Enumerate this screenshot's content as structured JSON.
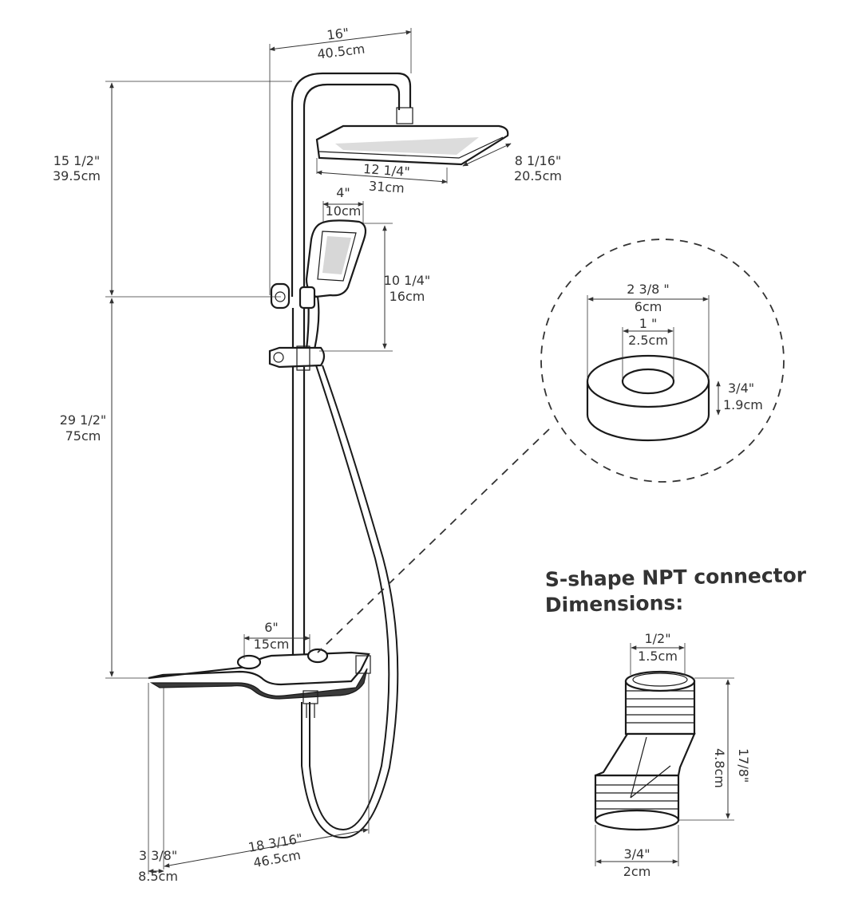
{
  "labels": {
    "overall_width_in": "16\"",
    "overall_width_cm": "40.5cm",
    "top_height_in": "15 1/2\"",
    "top_height_cm": "39.5cm",
    "head_width_in": "12 1/4\"",
    "head_width_cm": "31cm",
    "head_depth_in": "8 1/16\"",
    "head_depth_cm": "20.5cm",
    "hand_width_in": "4\"",
    "hand_width_cm": "10cm",
    "hand_length_in": "10 1/4\"",
    "hand_length_cm": "16cm",
    "lower_height_in": "29 1/2\"",
    "lower_height_cm": "75cm",
    "valve_spacing_in": "6\"",
    "valve_spacing_cm": "15cm",
    "shelf_width_in": "18 3/16\"",
    "shelf_width_cm": "46.5cm",
    "shelf_depth_in": "3 3/8\"",
    "shelf_depth_cm": "8.5cm",
    "washer_outer_in": "2 3/8 \"",
    "washer_outer_cm": "6cm",
    "washer_inner_in": "1 \"",
    "washer_inner_cm": "2.5cm",
    "washer_thick_in": "3/4\"",
    "washer_thick_cm": "1.9cm",
    "connector_title_line1": "S-shape NPT connector",
    "connector_title_line2": "Dimensions:",
    "conn_top_in": "1/2\"",
    "conn_top_cm": "1.5cm",
    "conn_height_in": "17/8\"",
    "conn_height_cm": "4.8cm",
    "conn_bottom_in": "3/4\"",
    "conn_bottom_cm": "2cm"
  },
  "colors": {
    "line": "#1a1a1a",
    "text": "#333333",
    "background": "#ffffff"
  }
}
